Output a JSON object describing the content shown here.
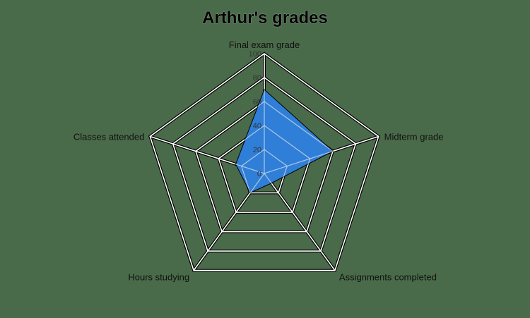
{
  "chart_data": {
    "type": "radar",
    "title": "Arthur's grades",
    "categories": [
      "Final exam grade",
      "Midterm grade",
      "Assignments completed",
      "Hours studying",
      "Classes attended"
    ],
    "series": [
      {
        "name": "Arthur",
        "values": [
          70,
          60,
          10,
          20,
          25
        ],
        "color": "#2f7fd8"
      }
    ],
    "radial_ticks": [
      "0",
      "20",
      "40",
      "60",
      "80",
      "100"
    ],
    "rlim": [
      0,
      100
    ],
    "grid": true,
    "legend": false
  },
  "colors": {
    "background": "#4a6b4a",
    "fill": "#2f7fd8",
    "grid": "#ffffff",
    "grid_outline": "#000000"
  }
}
